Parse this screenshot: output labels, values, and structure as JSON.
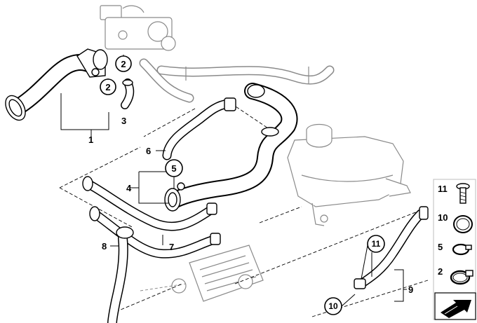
{
  "callouts": {
    "c1": "1",
    "c2a": "2",
    "c2b": "2",
    "c3": "3",
    "c4": "4",
    "c5": "5",
    "c6": "6",
    "c7": "7",
    "c8": "8",
    "c9": "9",
    "c10": "10",
    "c11": "11"
  },
  "legend": [
    {
      "label": "11",
      "icon": "bolt-icon"
    },
    {
      "label": "10",
      "icon": "o-ring-icon"
    },
    {
      "label": "5",
      "icon": "hose-clamp-small-icon"
    },
    {
      "label": "2",
      "icon": "hose-clamp-large-icon"
    }
  ],
  "legend_footer_icon": "arrow-symbol-icon"
}
